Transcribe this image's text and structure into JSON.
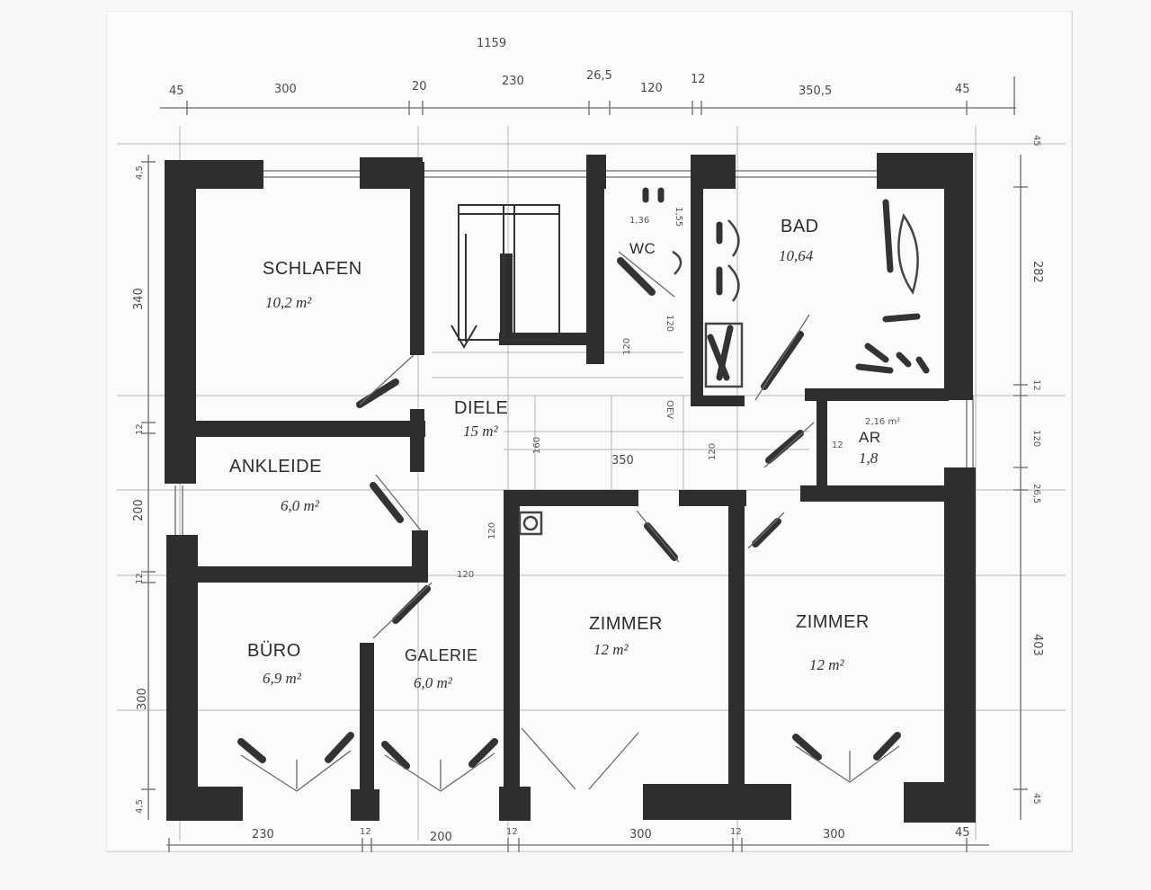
{
  "dimensions": {
    "total_width": "1159",
    "top_segments": [
      "45",
      "300",
      "20",
      "230",
      "26,5",
      "120",
      "12",
      "350,5",
      "45"
    ],
    "bottom_segments": [
      "230",
      "12",
      "200",
      "12",
      "300",
      "12",
      "300",
      "45"
    ],
    "left_segments": [
      "4,5",
      "340",
      "12",
      "200",
      "12",
      "300",
      "4,5"
    ],
    "right_segments": [
      "45",
      "282",
      "12",
      "120",
      "26,5",
      "403",
      "45"
    ],
    "interior": {
      "stair_width": "160",
      "diele_depth": "350",
      "wc_width": "1,36",
      "wc_depth": "1,55",
      "wc_wall": "120",
      "wc_door": "120",
      "bad_door": "120",
      "ar_width": "12",
      "ar_depth": "120",
      "corridor_120": "120",
      "galerie_120": "120",
      "oev": "OEV"
    }
  },
  "rooms": {
    "schlafen": {
      "name": "SCHLAFEN",
      "area": "10,2 m²"
    },
    "diele": {
      "name": "DIELE",
      "area": "15 m²"
    },
    "wc": {
      "name": "WC",
      "area": ""
    },
    "bad": {
      "name": "BAD",
      "area": "10,64"
    },
    "ar": {
      "name": "AR",
      "area": "1,8",
      "note": "2,16 m²"
    },
    "ankleide": {
      "name": "ANKLEIDE",
      "area": "6,0 m²"
    },
    "buero": {
      "name": "BÜRO",
      "area": "6,9 m²"
    },
    "galerie": {
      "name": "GALERIE",
      "area": "6,0 m²"
    },
    "zimmer1": {
      "name": "ZIMMER",
      "area": "12 m²"
    },
    "zimmer2": {
      "name": "ZIMMER",
      "area": "12 m²"
    }
  }
}
